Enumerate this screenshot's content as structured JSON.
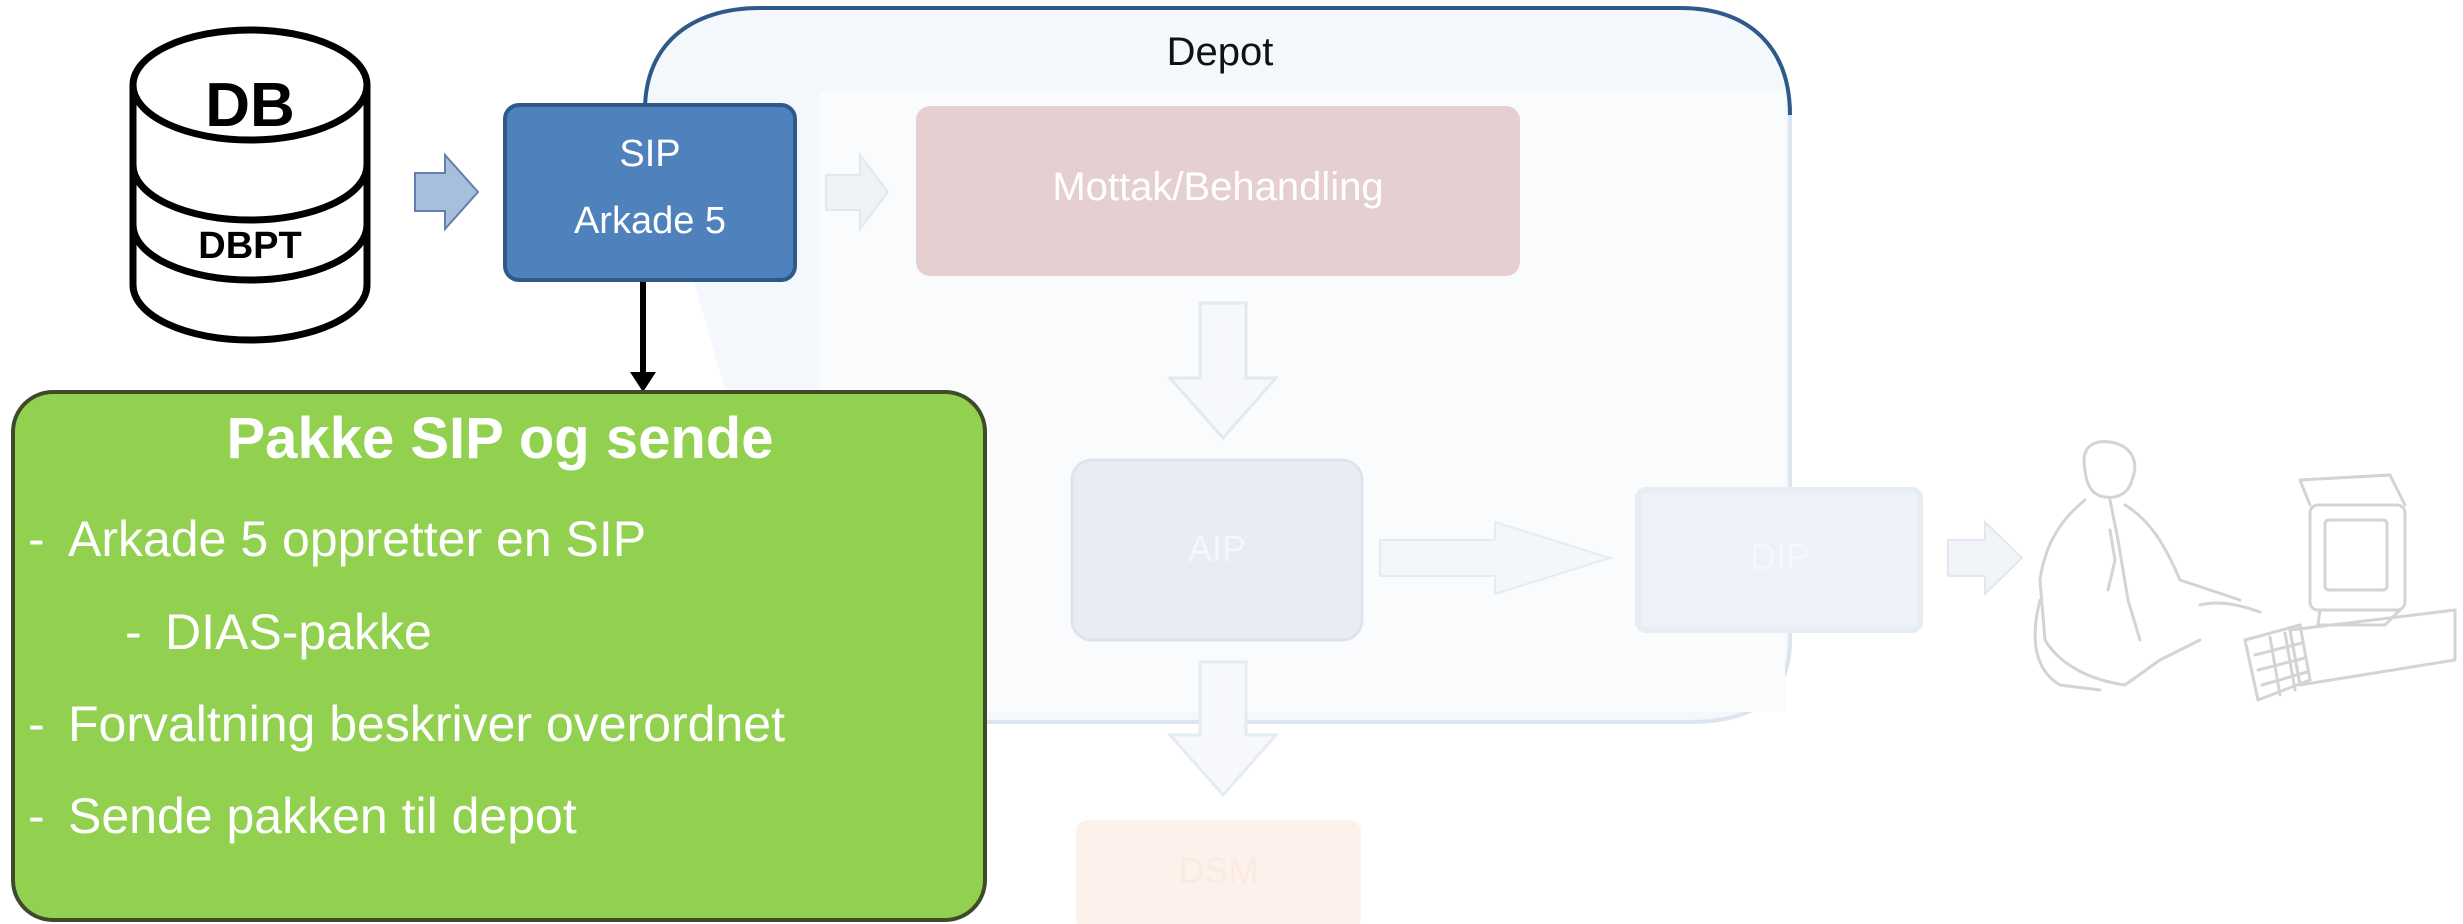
{
  "database": {
    "title": "DB",
    "subtitle": "DBPT"
  },
  "sip_box": {
    "line1": "SIP",
    "line2": "Arkade 5"
  },
  "depot": {
    "title": "Depot",
    "mottak": "Mottak/Behandling",
    "aip": "AIP",
    "dip": "DIP",
    "dsm": "DSM"
  },
  "card": {
    "title": "Pakke SIP og sende",
    "bullets": [
      {
        "dash": "-",
        "text": "Arkade 5 oppretter en SIP"
      },
      {
        "dash": "-",
        "text": "DIAS-pakke"
      },
      {
        "dash": "-",
        "text": "Forvaltning beskriver overordnet"
      },
      {
        "dash": "-",
        "text": "Sende pakken til depot"
      }
    ]
  },
  "colors": {
    "sip_fill": "#4f81bd",
    "card_fill": "#92d050",
    "depot_border": "#2e5a8a"
  }
}
